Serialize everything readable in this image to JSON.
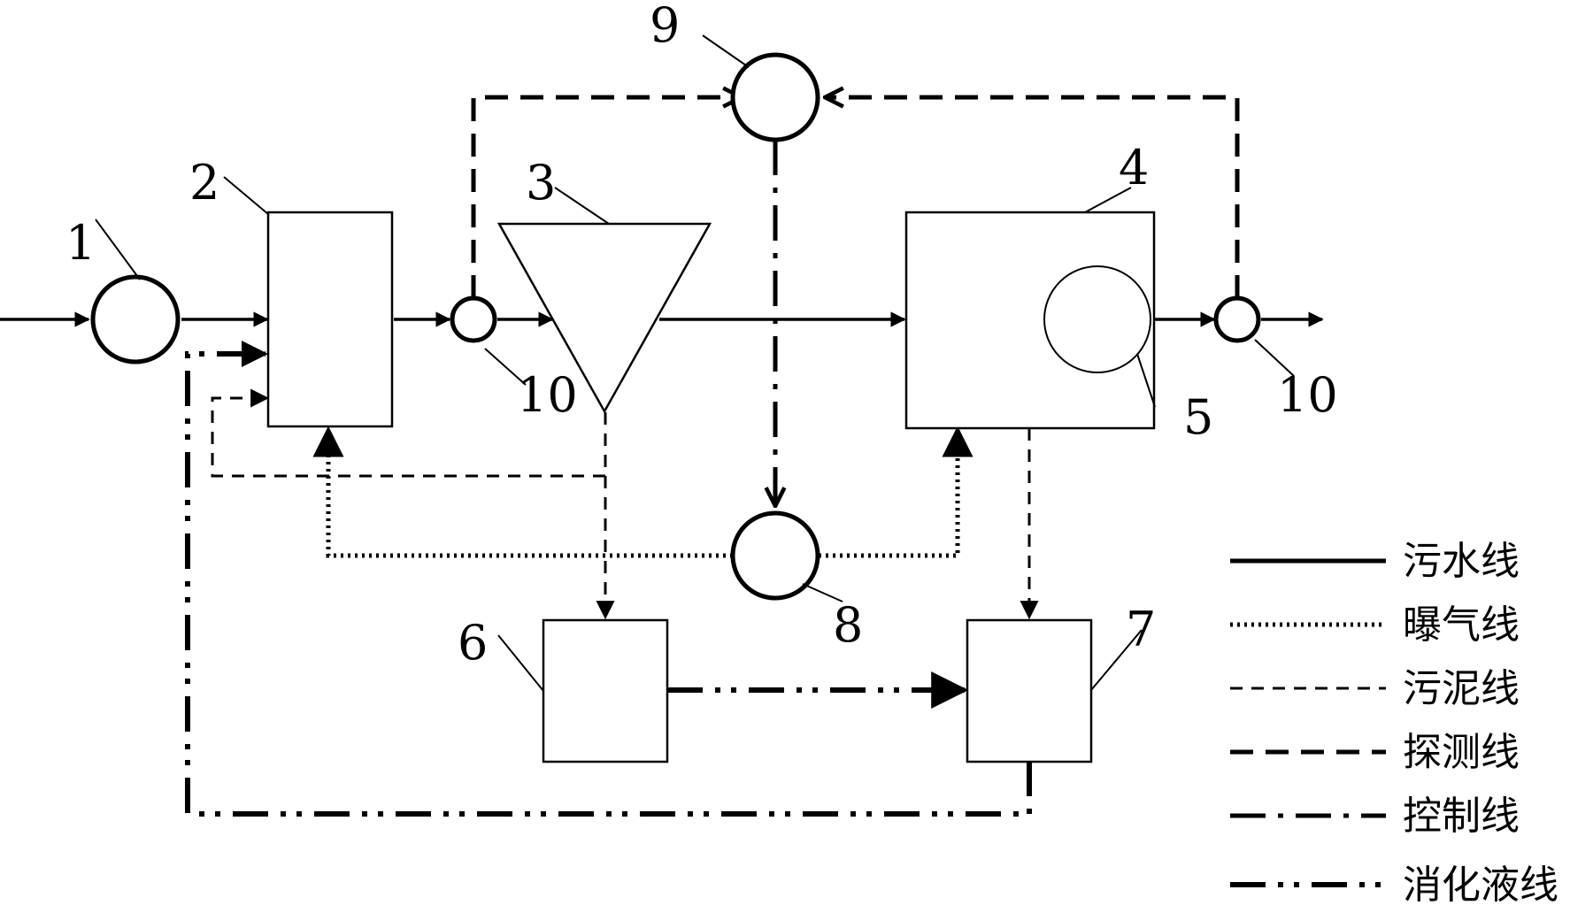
{
  "labels": {
    "n1": "1",
    "n2": "2",
    "n3": "3",
    "n4": "4",
    "n5": "5",
    "n6": "6",
    "n7": "7",
    "n8": "8",
    "n9": "9",
    "n10a": "10",
    "n10b": "10"
  },
  "legend": [
    {
      "style": "sewage",
      "label": "污水线"
    },
    {
      "style": "aeration",
      "label": "曝气线"
    },
    {
      "style": "sludge",
      "label": "污泥线"
    },
    {
      "style": "detection",
      "label": "探测线"
    },
    {
      "style": "control",
      "label": "控制线"
    },
    {
      "style": "digestion",
      "label": "消化液线"
    }
  ]
}
